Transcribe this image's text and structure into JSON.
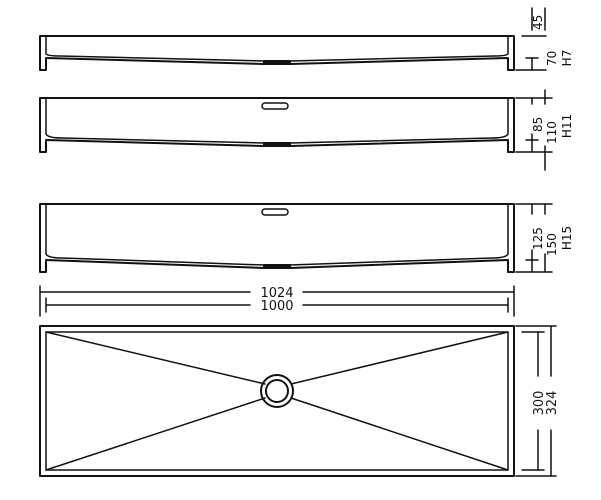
{
  "colors": {
    "stroke": "#111111",
    "background": "#ffffff"
  },
  "view_h7": {
    "depth_inner": "45",
    "depth_outer": "70",
    "code": "H7"
  },
  "view_h11": {
    "depth_inner": "85",
    "depth_outer": "110",
    "code": "H11"
  },
  "view_h15": {
    "depth_inner": "125",
    "depth_outer": "150",
    "code": "H15"
  },
  "plan": {
    "length_outer": "1024",
    "length_inner": "1000",
    "width_inner": "300",
    "width_outer": "324"
  }
}
